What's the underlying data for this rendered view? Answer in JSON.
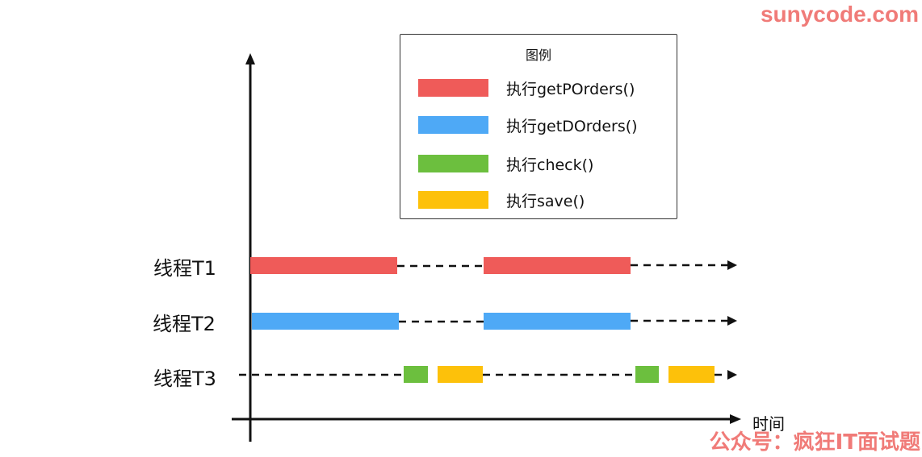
{
  "watermarks": {
    "top": "sunycode.com",
    "bottom": "公众号：疯狂IT面试题"
  },
  "legend": {
    "title": "图例",
    "items": [
      {
        "label": "执行getPOrders()",
        "color": "#ef5b59"
      },
      {
        "label": "执行getDOrders()",
        "color": "#4ea9f6"
      },
      {
        "label": "执行check()",
        "color": "#6cbf3e"
      },
      {
        "label": "执行save()",
        "color": "#fdc10a"
      }
    ]
  },
  "axis": {
    "x_label": "时间"
  },
  "threads": [
    {
      "label": "线程T1"
    },
    {
      "label": "线程T2"
    },
    {
      "label": "线程T3"
    }
  ]
}
